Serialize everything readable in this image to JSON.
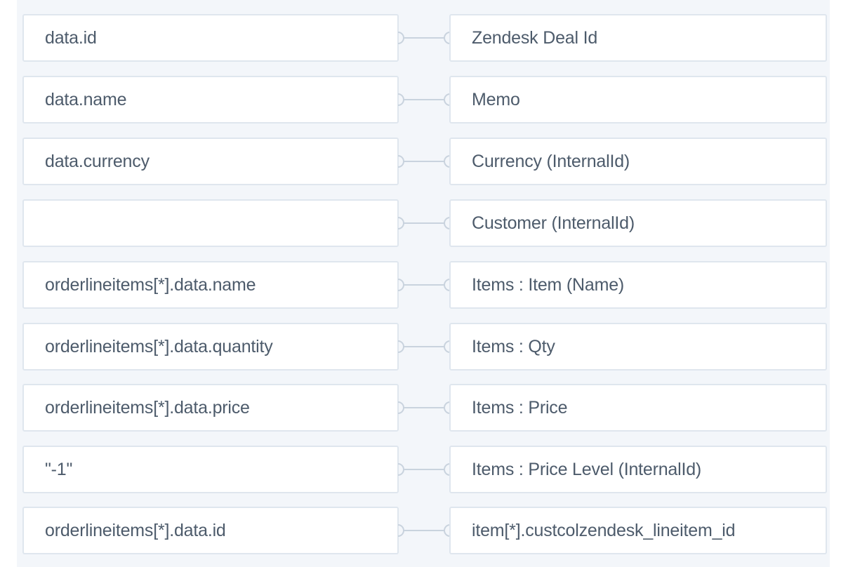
{
  "mappings": [
    {
      "source": "data.id",
      "target": "Zendesk Deal Id"
    },
    {
      "source": "data.name",
      "target": "Memo"
    },
    {
      "source": "data.currency",
      "target": "Currency (InternalId)"
    },
    {
      "source": "",
      "target": "Customer (InternalId)"
    },
    {
      "source": "orderlineitems[*].data.name",
      "target": "Items : Item (Name)"
    },
    {
      "source": "orderlineitems[*].data.quantity",
      "target": "Items : Qty"
    },
    {
      "source": "orderlineitems[*].data.price",
      "target": "Items : Price"
    },
    {
      "source": "\"-1\"",
      "target": "Items : Price Level (InternalId)"
    },
    {
      "source": "orderlineitems[*].data.id",
      "target": "item[*].custcolzendesk_lineitem_id"
    }
  ],
  "colors": {
    "panel_background": "#f3f6fa",
    "field_border": "#dfe6ee",
    "connector": "#c9d3de",
    "text": "#4d5b6b"
  },
  "icons": {
    "connector": "link-connector-icon"
  }
}
